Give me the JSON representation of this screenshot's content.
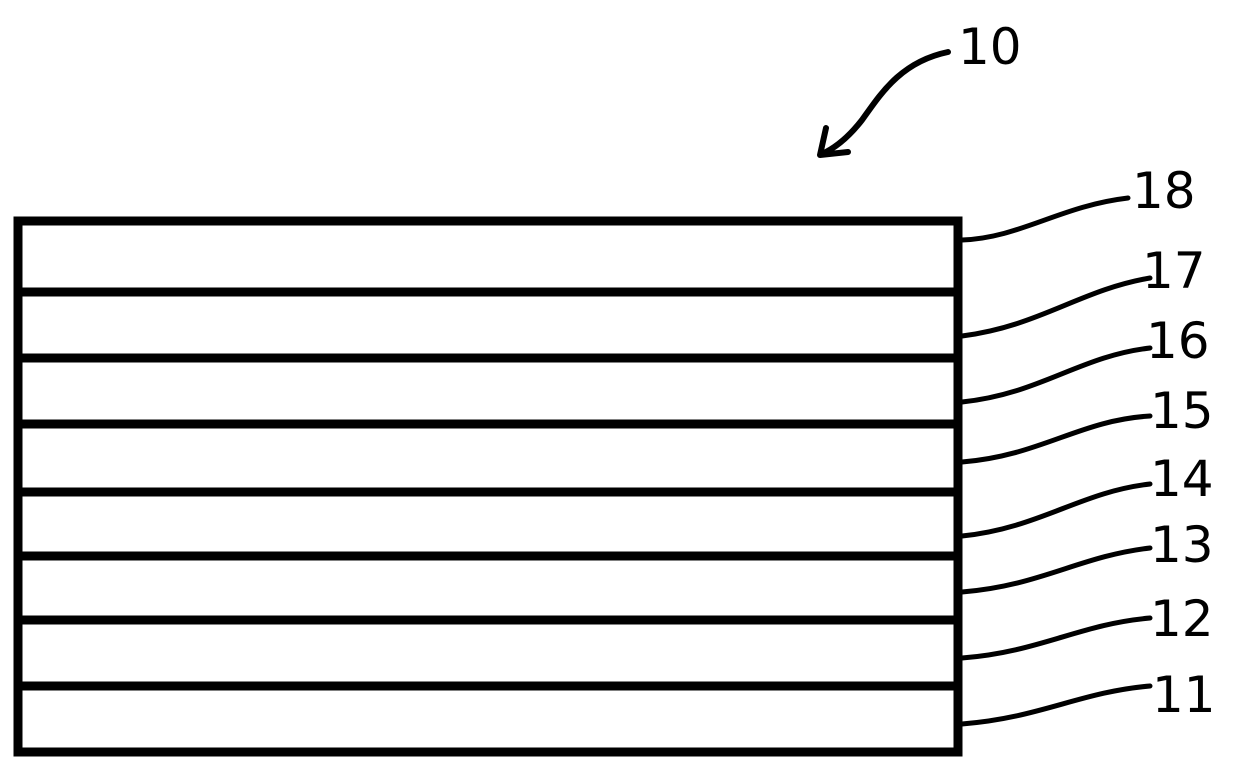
{
  "diagram": {
    "assembly_label": "10",
    "layers": [
      {
        "label": "18"
      },
      {
        "label": "17"
      },
      {
        "label": "16"
      },
      {
        "label": "15"
      },
      {
        "label": "14"
      },
      {
        "label": "13"
      },
      {
        "label": "12"
      },
      {
        "label": "11"
      }
    ]
  }
}
